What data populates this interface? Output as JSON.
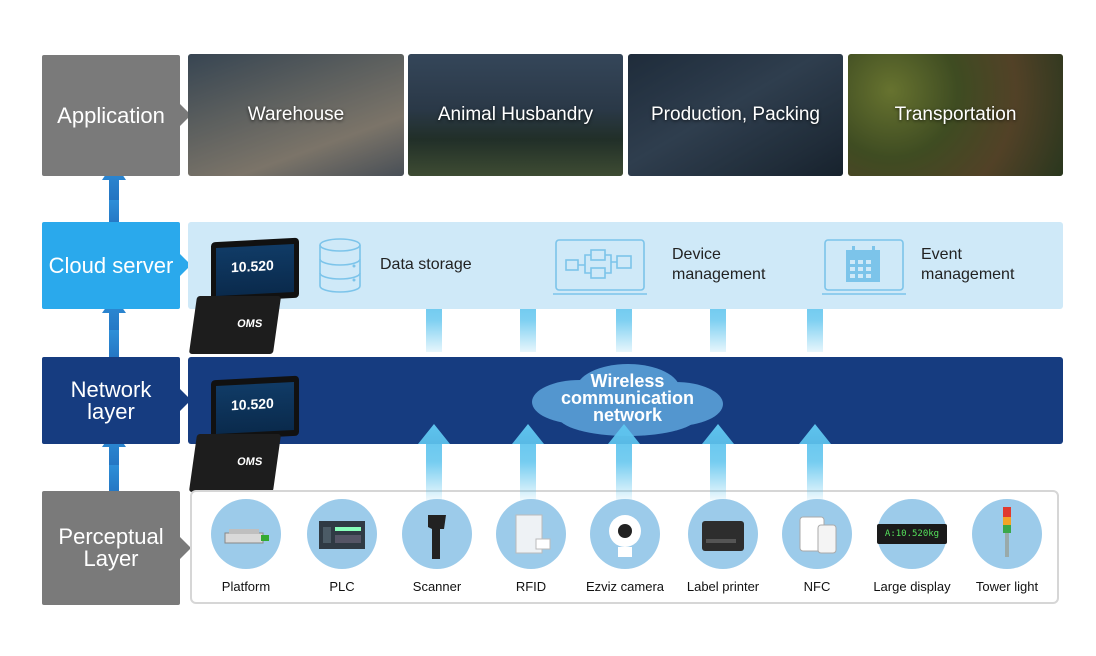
{
  "layers": {
    "application": "Application",
    "cloud": "Cloud server",
    "network_line1": "Network",
    "network_line2": "layer",
    "perceptual_line1": "Perceptual",
    "perceptual_line2": "Layer"
  },
  "applications": [
    "Warehouse",
    "Animal Husbandry",
    "Production, Packing",
    "Transportation"
  ],
  "cloud": {
    "data_storage": "Data storage",
    "device_management_1": "Device",
    "device_management_2": "management",
    "event_management_1": "Event",
    "event_management_2": "management",
    "scale_reading": "10.520",
    "brand": "OMS"
  },
  "network": {
    "line1": "Wireless",
    "line2": "communication",
    "line3": "network",
    "scale_reading": "10.520",
    "brand": "OMS"
  },
  "devices": [
    "Platform",
    "PLC",
    "Scanner",
    "RFID",
    "Ezviz camera",
    "Label printer",
    "NFC",
    "Large display",
    "Tower light"
  ],
  "large_display_text": "A:10.520kg",
  "colors": {
    "gray": "#7a7a7a",
    "cloud_blue": "#2aa9ec",
    "cloud_band": "#cfe9f8",
    "navy": "#163c80",
    "arrow_blue": "#5ec4ee"
  }
}
